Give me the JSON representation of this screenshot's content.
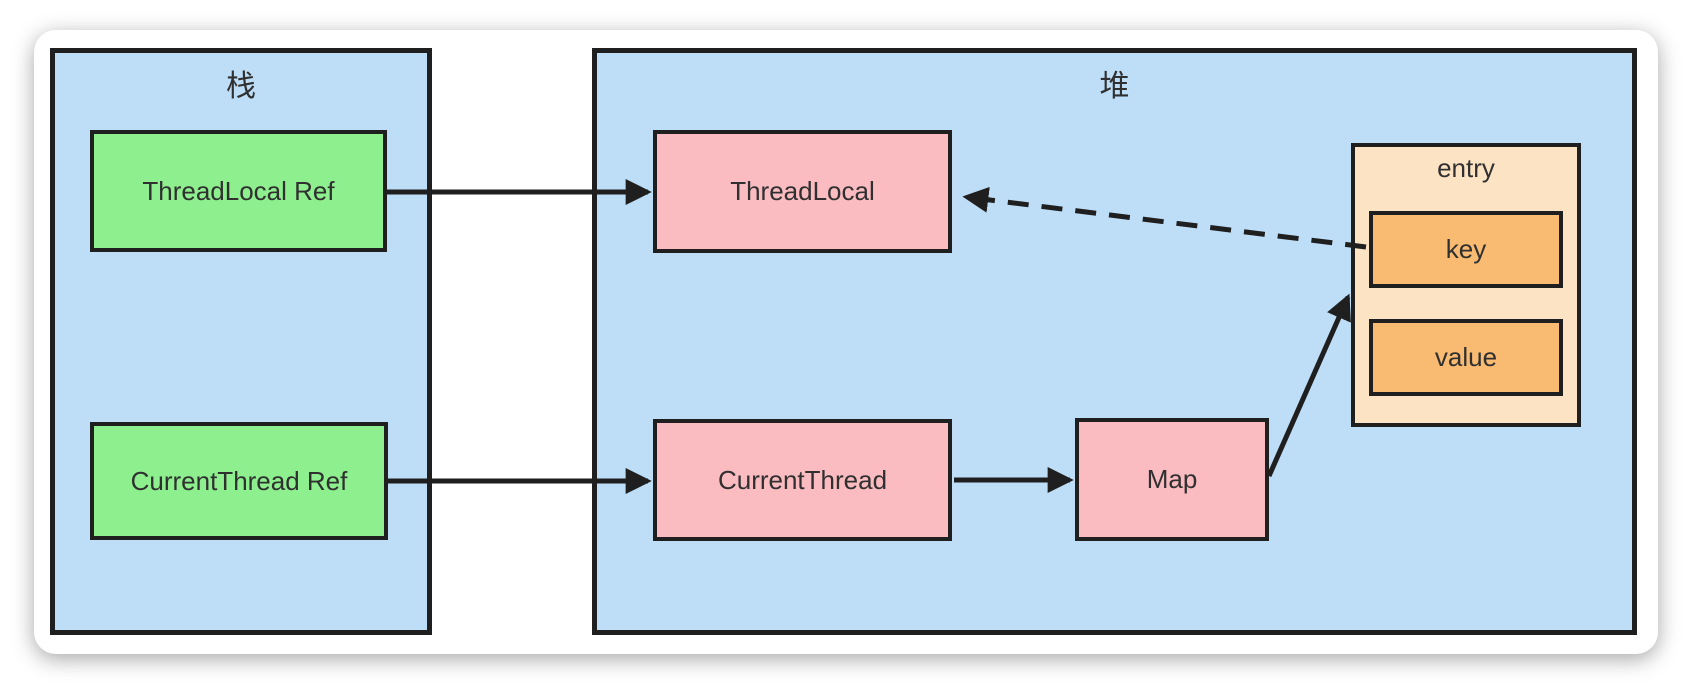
{
  "colors": {
    "container_fill": "#BEDEF8",
    "stack_node_fill": "#8DEF8D",
    "heap_node_fill": "#FABBC1",
    "entry_fill": "#FCE3C4",
    "entry_field_fill": "#F9BB72",
    "border_color": "#1F1F1F",
    "text_color": "#303030"
  },
  "stack": {
    "title": "栈",
    "nodes": {
      "threadlocal_ref": "ThreadLocal Ref",
      "currentthread_ref": "CurrentThread Ref"
    }
  },
  "heap": {
    "title": "堆",
    "nodes": {
      "threadlocal": "ThreadLocal",
      "currentthread": "CurrentThread",
      "map": "Map"
    },
    "entry": {
      "title": "entry",
      "key": "key",
      "value": "value"
    }
  },
  "edges": [
    {
      "from": "ThreadLocal Ref",
      "to": "ThreadLocal",
      "style": "solid"
    },
    {
      "from": "CurrentThread Ref",
      "to": "CurrentThread",
      "style": "solid"
    },
    {
      "from": "CurrentThread",
      "to": "Map",
      "style": "solid"
    },
    {
      "from": "Map",
      "to": "entry.key",
      "style": "solid"
    },
    {
      "from": "entry.key",
      "to": "ThreadLocal",
      "style": "dashed"
    }
  ]
}
